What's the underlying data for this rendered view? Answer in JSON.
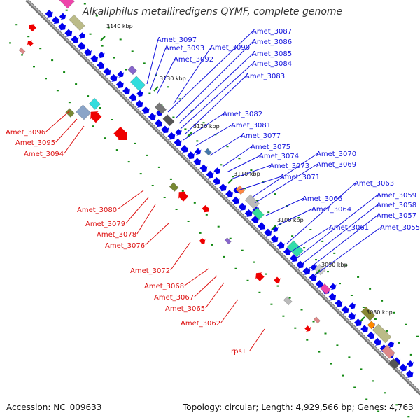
{
  "title": "Alkaliphilus metalliredigens QYMF, complete genome",
  "footer": {
    "accession": "Accession: NC_009633",
    "summary": "Topology: circular; Length: 4,929,566 bp; Genes: 4,763"
  },
  "colors": {
    "forward_label": "#1111dd",
    "reverse_label": "#dd1111",
    "gene_blue": "#0000ee",
    "gene_red": "#ee0000",
    "backbone": "#777777"
  },
  "scale_marks": [
    "3140 kbp",
    "3130 kbp",
    "3120 kbp",
    "3110 kbp",
    "3100 kbp",
    "3090 kbp",
    "3080 kbp"
  ],
  "forward_labels": [
    "Amet_3097",
    "Amet_3093",
    "Amet_3092",
    "Amet_3090",
    "Amet_3087",
    "Amet_3086",
    "Amet_3085",
    "Amet_3084",
    "Amet_3083",
    "Amet_3082",
    "Amet_3081",
    "Amet_3077",
    "Amet_3075",
    "Amet_3074",
    "Amet_3073",
    "Amet_3071",
    "Amet_3070",
    "Amet_3069",
    "Amet_3066",
    "Amet_3064",
    "Amet_3063",
    "Amet_3061",
    "Amet_3059",
    "Amet_3058",
    "Amet_3057",
    "Amet_3055"
  ],
  "reverse_labels": [
    "Amet_3096",
    "Amet_3095",
    "Amet_3094",
    "Amet_3080",
    "Amet_3079",
    "Amet_3078",
    "Amet_3076",
    "Amet_3072",
    "Amet_3068",
    "Amet_3067",
    "Amet_3065",
    "Amet_3062",
    "rpsT"
  ]
}
